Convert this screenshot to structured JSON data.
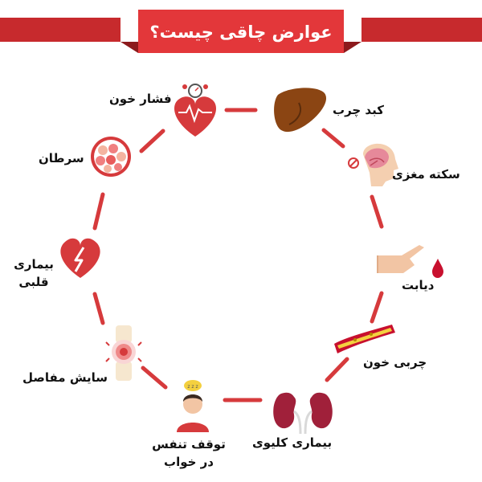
{
  "title": "عوارض چاقی چیست؟",
  "colors": {
    "banner_main": "#e3373a",
    "banner_dark": "#a31f22",
    "banner_back": "#c72a2d",
    "connector": "#d63a3c",
    "text": "#111111"
  },
  "nodes": [
    {
      "id": "fatty-liver",
      "icon": "liver-icon",
      "lines": [
        "کبد چرب"
      ]
    },
    {
      "id": "stroke",
      "icon": "brain-head-icon",
      "lines": [
        "سکته مغزی"
      ]
    },
    {
      "id": "diabetes",
      "icon": "finger-blood-drop-icon",
      "lines": [
        "دیابت"
      ]
    },
    {
      "id": "blood-fat",
      "icon": "artery-plaque-icon",
      "lines": [
        "چربی خون"
      ]
    },
    {
      "id": "kidney-disease",
      "icon": "kidneys-icon",
      "lines": [
        "بیماری کلیوی"
      ]
    },
    {
      "id": "sleep-apnea",
      "icon": "sleeping-person-icon",
      "lines": [
        "توقف تنفس",
        "در خواب"
      ]
    },
    {
      "id": "joint-wear",
      "icon": "knee-joint-icon",
      "lines": [
        "سایش مفاصل"
      ]
    },
    {
      "id": "heart-disease",
      "icon": "broken-heart-icon",
      "lines": [
        "بیماری",
        "قلبی"
      ]
    },
    {
      "id": "cancer",
      "icon": "cancer-cells-icon",
      "lines": [
        "سرطان"
      ]
    },
    {
      "id": "blood-pressure",
      "icon": "heart-gauge-icon",
      "lines": [
        "فشار خون"
      ]
    }
  ]
}
